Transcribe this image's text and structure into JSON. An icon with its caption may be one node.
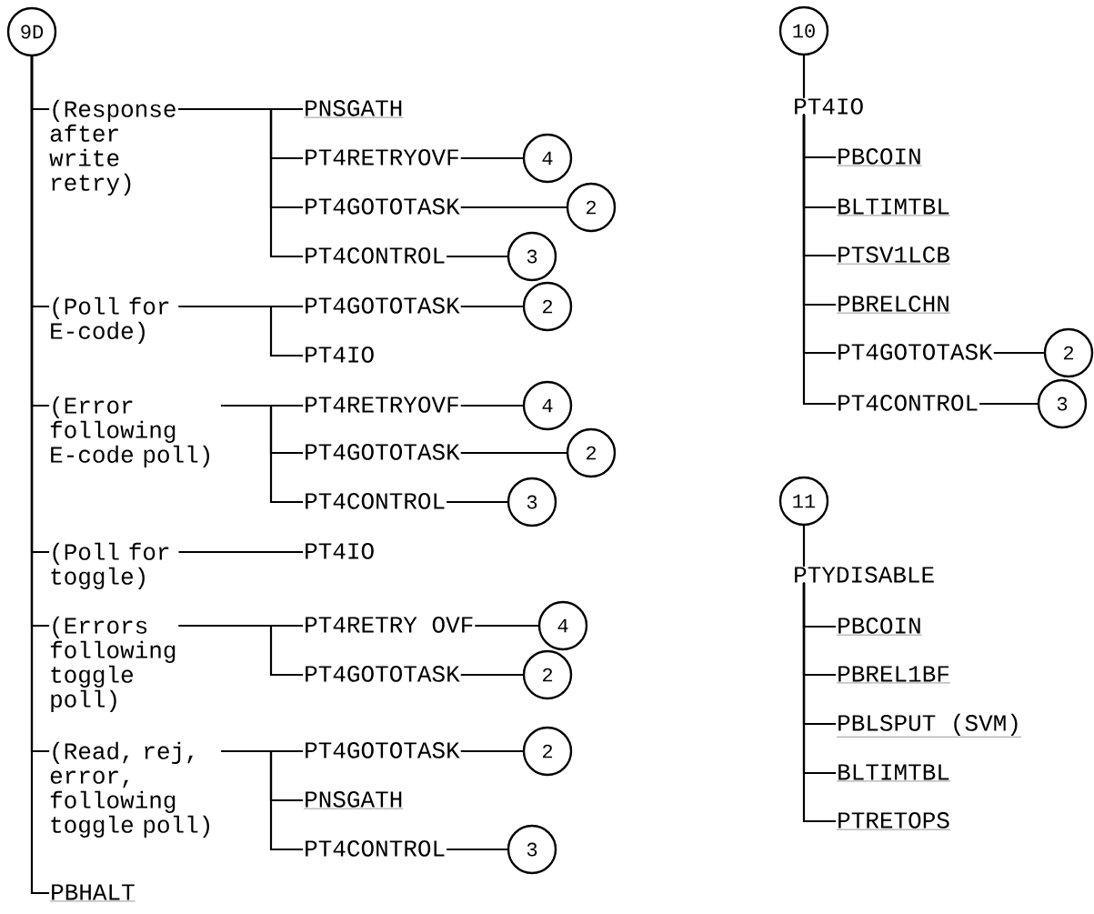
{
  "diagram": {
    "nodes": [
      {
        "text": [
          "9D"
        ]
      },
      {
        "text": [
          "(Response after write retry)"
        ]
      },
      {
        "text": [
          "PNSGATH"
        ]
      },
      {
        "text": [
          "PT4RETRYOVF"
        ]
      },
      {
        "text": [
          "4"
        ]
      },
      {
        "text": [
          "PT4GOTOTASK"
        ]
      },
      {
        "text": [
          "2"
        ]
      },
      {
        "text": [
          "PT4CONTROL"
        ]
      },
      {
        "text": [
          "3"
        ]
      },
      {
        "text": [
          "(Poll for E-code)"
        ]
      },
      {
        "text": [
          "PT4GOTOTASK"
        ]
      },
      {
        "text": [
          "2"
        ]
      },
      {
        "text": [
          "PT4IO"
        ]
      },
      {
        "text": [
          "(Error following E-code poll)"
        ]
      },
      {
        "text": [
          "PT4RETRYOVF"
        ]
      },
      {
        "text": [
          "4"
        ]
      },
      {
        "text": [
          "PT4GOTOTASK"
        ]
      },
      {
        "text": [
          "2"
        ]
      },
      {
        "text": [
          "PT4CONTROL"
        ]
      },
      {
        "text": [
          "3"
        ]
      },
      {
        "text": [
          "(Poll for toggle)"
        ]
      },
      {
        "text": [
          "PT4IO"
        ]
      },
      {
        "text": [
          "(Errors following toggle poll)"
        ]
      },
      {
        "text": [
          "PT4RETRY OVF"
        ]
      },
      {
        "text": [
          "4"
        ]
      },
      {
        "text": [
          "PT4GOTOTASK"
        ]
      },
      {
        "text": [
          "2"
        ]
      },
      {
        "text": [
          "(Read, rej, error, following toggle poll)"
        ]
      },
      {
        "text": [
          "PT4GOTOTASK"
        ]
      },
      {
        "text": [
          "2"
        ]
      },
      {
        "text": [
          "PNSGATH"
        ]
      },
      {
        "text": [
          "PT4CONTROL"
        ]
      },
      {
        "text": [
          "3"
        ]
      },
      {
        "text": [
          "PBHALT"
        ]
      },
      {
        "text": [
          "10"
        ]
      },
      {
        "text": [
          "PT4IO"
        ]
      },
      {
        "text": [
          "PBCOIN"
        ]
      },
      {
        "text": [
          "BLTIMTBL"
        ]
      },
      {
        "text": [
          "PTSV1LCB"
        ]
      },
      {
        "text": [
          "PBRELCHN"
        ]
      },
      {
        "text": [
          "PT4GOTOTASK"
        ]
      },
      {
        "text": [
          "2"
        ]
      },
      {
        "text": [
          "PT4CONTROL"
        ]
      },
      {
        "text": [
          "3"
        ]
      },
      {
        "text": [
          "11"
        ]
      },
      {
        "text": [
          "PTYDISABLE"
        ]
      },
      {
        "text": [
          "PBCOIN"
        ]
      },
      {
        "text": [
          "PBREL1BF"
        ]
      },
      {
        "text": [
          "PBLSPUT (SVM)"
        ]
      },
      {
        "text": [
          "BLTIMTBL"
        ]
      },
      {
        "text": [
          "PTRETOPS"
        ]
      }
    ],
    "edges": [
      {
        "from": 0,
        "to": 1,
        "arrow": "none"
      },
      {
        "from": 0,
        "to": 9,
        "arrow": "none"
      },
      {
        "from": 0,
        "to": 13,
        "arrow": "none"
      },
      {
        "from": 0,
        "to": 20,
        "arrow": "none"
      },
      {
        "from": 0,
        "to": 22,
        "arrow": "none"
      },
      {
        "from": 0,
        "to": 27,
        "arrow": "none"
      },
      {
        "from": 0,
        "to": 33,
        "arrow": "none"
      },
      {
        "from": 1,
        "to": 2,
        "arrow": "none"
      },
      {
        "from": 1,
        "to": 3,
        "arrow": "none"
      },
      {
        "from": 1,
        "to": 5,
        "arrow": "none"
      },
      {
        "from": 1,
        "to": 7,
        "arrow": "none"
      },
      {
        "from": 3,
        "to": 4,
        "arrow": "none"
      },
      {
        "from": 5,
        "to": 6,
        "arrow": "none"
      },
      {
        "from": 7,
        "to": 8,
        "arrow": "none"
      },
      {
        "from": 9,
        "to": 10,
        "arrow": "none"
      },
      {
        "from": 9,
        "to": 12,
        "arrow": "none"
      },
      {
        "from": 10,
        "to": 11,
        "arrow": "none"
      },
      {
        "from": 13,
        "to": 14,
        "arrow": "none"
      },
      {
        "from": 13,
        "to": 16,
        "arrow": "none"
      },
      {
        "from": 13,
        "to": 18,
        "arrow": "none"
      },
      {
        "from": 14,
        "to": 15,
        "arrow": "none"
      },
      {
        "from": 16,
        "to": 17,
        "arrow": "none"
      },
      {
        "from": 18,
        "to": 19,
        "arrow": "none"
      },
      {
        "from": 20,
        "to": 21,
        "arrow": "none"
      },
      {
        "from": 22,
        "to": 23,
        "arrow": "none"
      },
      {
        "from": 22,
        "to": 25,
        "arrow": "none"
      },
      {
        "from": 23,
        "to": 24,
        "arrow": "none"
      },
      {
        "from": 25,
        "to": 26,
        "arrow": "none"
      },
      {
        "from": 27,
        "to": 28,
        "arrow": "none"
      },
      {
        "from": 27,
        "to": 30,
        "arrow": "none"
      },
      {
        "from": 27,
        "to": 31,
        "arrow": "none"
      },
      {
        "from": 28,
        "to": 29,
        "arrow": "none"
      },
      {
        "from": 31,
        "to": 32,
        "arrow": "none"
      },
      {
        "from": 34,
        "to": 35,
        "arrow": "none"
      },
      {
        "from": 35,
        "to": 36,
        "arrow": "none"
      },
      {
        "from": 35,
        "to": 37,
        "arrow": "none"
      },
      {
        "from": 35,
        "to": 38,
        "arrow": "none"
      },
      {
        "from": 35,
        "to": 39,
        "arrow": "none"
      },
      {
        "from": 35,
        "to": 40,
        "arrow": "none"
      },
      {
        "from": 35,
        "to": 42,
        "arrow": "none"
      },
      {
        "from": 40,
        "to": 41,
        "arrow": "none"
      },
      {
        "from": 42,
        "to": 43,
        "arrow": "none"
      },
      {
        "from": 44,
        "to": 45,
        "arrow": "none"
      },
      {
        "from": 45,
        "to": 46,
        "arrow": "none"
      },
      {
        "from": 45,
        "to": 47,
        "arrow": "none"
      },
      {
        "from": 45,
        "to": 48,
        "arrow": "none"
      },
      {
        "from": 45,
        "to": 49,
        "arrow": "none"
      },
      {
        "from": 45,
        "to": 50,
        "arrow": "none"
      }
    ]
  }
}
